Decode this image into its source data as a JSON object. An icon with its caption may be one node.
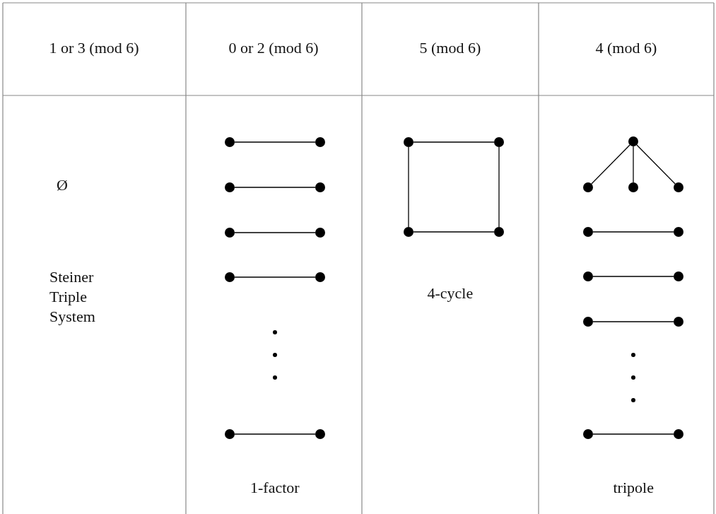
{
  "diagram": {
    "nodes": [
      {
        "text": [],
        "shape": "circle"
      },
      {
        "text": [],
        "shape": "circle"
      },
      {
        "text": [],
        "shape": "circle"
      },
      {
        "text": [],
        "shape": "circle"
      },
      {
        "text": [],
        "shape": "circle"
      },
      {
        "text": [],
        "shape": "circle"
      },
      {
        "text": [],
        "shape": "circle"
      },
      {
        "text": [],
        "shape": "circle"
      },
      {
        "text": [],
        "shape": "circle"
      },
      {
        "text": [],
        "shape": "circle"
      },
      {
        "text": [],
        "shape": "circle"
      },
      {
        "text": [],
        "shape": "circle"
      },
      {
        "text": [],
        "shape": "circle"
      },
      {
        "text": [],
        "shape": "circle"
      },
      {
        "text": [],
        "shape": "circle"
      },
      {
        "text": [],
        "shape": "circle"
      },
      {
        "text": [],
        "shape": "circle"
      },
      {
        "text": [],
        "shape": "circle"
      },
      {
        "text": [],
        "shape": "circle"
      },
      {
        "text": [],
        "shape": "circle"
      },
      {
        "text": [],
        "shape": "circle"
      },
      {
        "text": [],
        "shape": "circle"
      },
      {
        "text": [],
        "shape": "circle"
      },
      {
        "text": [],
        "shape": "circle"
      },
      {
        "text": [],
        "shape": "circle"
      },
      {
        "text": [],
        "shape": "circle"
      }
    ],
    "edges": [
      {
        "from": 0,
        "to": 1,
        "arrow": "none"
      },
      {
        "from": 2,
        "to": 3,
        "arrow": "none"
      },
      {
        "from": 4,
        "to": 5,
        "arrow": "none"
      },
      {
        "from": 6,
        "to": 7,
        "arrow": "none"
      },
      {
        "from": 8,
        "to": 9,
        "arrow": "none"
      },
      {
        "from": 10,
        "to": 11,
        "arrow": "none"
      },
      {
        "from": 11,
        "to": 13,
        "arrow": "none"
      },
      {
        "from": 13,
        "to": 12,
        "arrow": "none"
      },
      {
        "from": 12,
        "to": 10,
        "arrow": "none"
      },
      {
        "from": 14,
        "to": 15,
        "arrow": "none"
      },
      {
        "from": 14,
        "to": 16,
        "arrow": "none"
      },
      {
        "from": 14,
        "to": 17,
        "arrow": "none"
      },
      {
        "from": 18,
        "to": 19,
        "arrow": "none"
      },
      {
        "from": 20,
        "to": 21,
        "arrow": "none"
      },
      {
        "from": 22,
        "to": 23,
        "arrow": "none"
      },
      {
        "from": 24,
        "to": 25,
        "arrow": "none"
      }
    ],
    "labels": [
      "1 or 3 (mod 6)",
      "0 or 2 (mod 6)",
      "5 (mod 6)",
      "4 (mod 6)",
      "Ø",
      "Steiner Triple System",
      "1-factor",
      "4-cycle",
      "tripole"
    ]
  }
}
